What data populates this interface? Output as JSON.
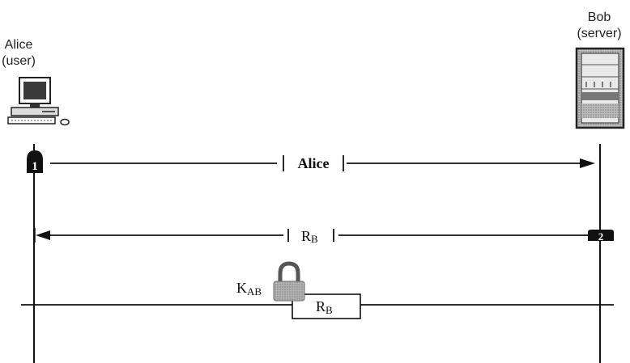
{
  "alice": {
    "name": "Alice",
    "role": "(user)"
  },
  "bob": {
    "name": "Bob",
    "role": "(server)"
  },
  "steps": [
    {
      "number": "1",
      "message": "Alice"
    },
    {
      "number": "2",
      "message": "R",
      "message_sub": "B"
    }
  ],
  "encryption": {
    "key": "K",
    "key_sub": "AB",
    "payload": "R",
    "payload_sub": "B"
  },
  "icons": {
    "alice": "desktop-computer-icon",
    "bob": "server-icon",
    "key": "padlock-icon"
  }
}
